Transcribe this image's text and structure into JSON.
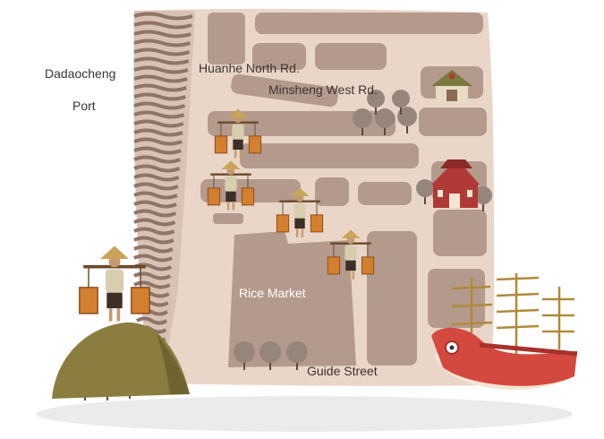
{
  "labels": {
    "port_line1": "Dadaocheng",
    "port_line2": "Port",
    "road_huanhe": "Huanhe North Rd.",
    "road_minsheng": "Minsheng West Rd.",
    "rice_market": "Rice Market",
    "guide_street": "Guide Street"
  },
  "colors": {
    "paper": "#ead6c8",
    "road_path": "#f1e3d8",
    "block": "#b49a8d",
    "river_dark": "#8f7468",
    "river_light": "#d8c2b5",
    "hill": "#8b7d3f",
    "tree": "#96857a",
    "temple": "#b03a36",
    "ship_hull": "#d4493f"
  },
  "icons": [
    "porter-icon",
    "temple-icon",
    "pavilion-icon",
    "junk-ship-icon",
    "tree-icon",
    "hill-icon"
  ]
}
